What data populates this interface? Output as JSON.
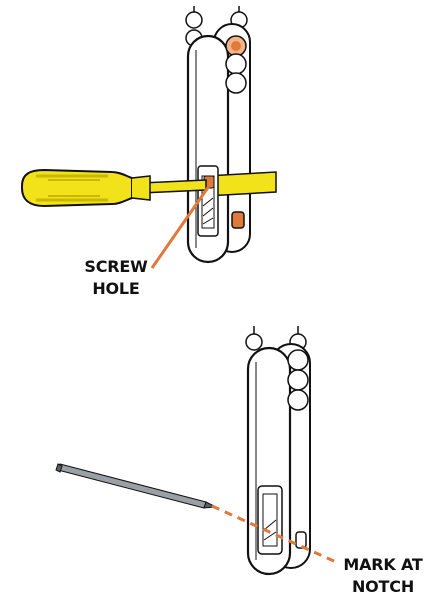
{
  "labels": {
    "screw_hole": {
      "line1": "SCREW",
      "line2": "HOLE"
    },
    "mark_at_notch": {
      "line1": "MARK AT",
      "line2": "NOTCH"
    }
  },
  "colors": {
    "outline": "#111111",
    "screwdriver_handle": "#f2e21a",
    "screwdriver_handle_dark": "#c9b800",
    "screwdriver_blade": "#f2e21a",
    "accent_orange": "#e07a3c",
    "accent_orange_light": "#f3b48a",
    "pencil_body": "#9aa0a6",
    "pencil_tip": "#5a5f63"
  },
  "icons": {
    "screwdriver": "screwdriver-icon",
    "pencil": "pencil-icon",
    "handle_top": "door-handle-assembly",
    "handle_bottom": "door-handle-assembly"
  }
}
